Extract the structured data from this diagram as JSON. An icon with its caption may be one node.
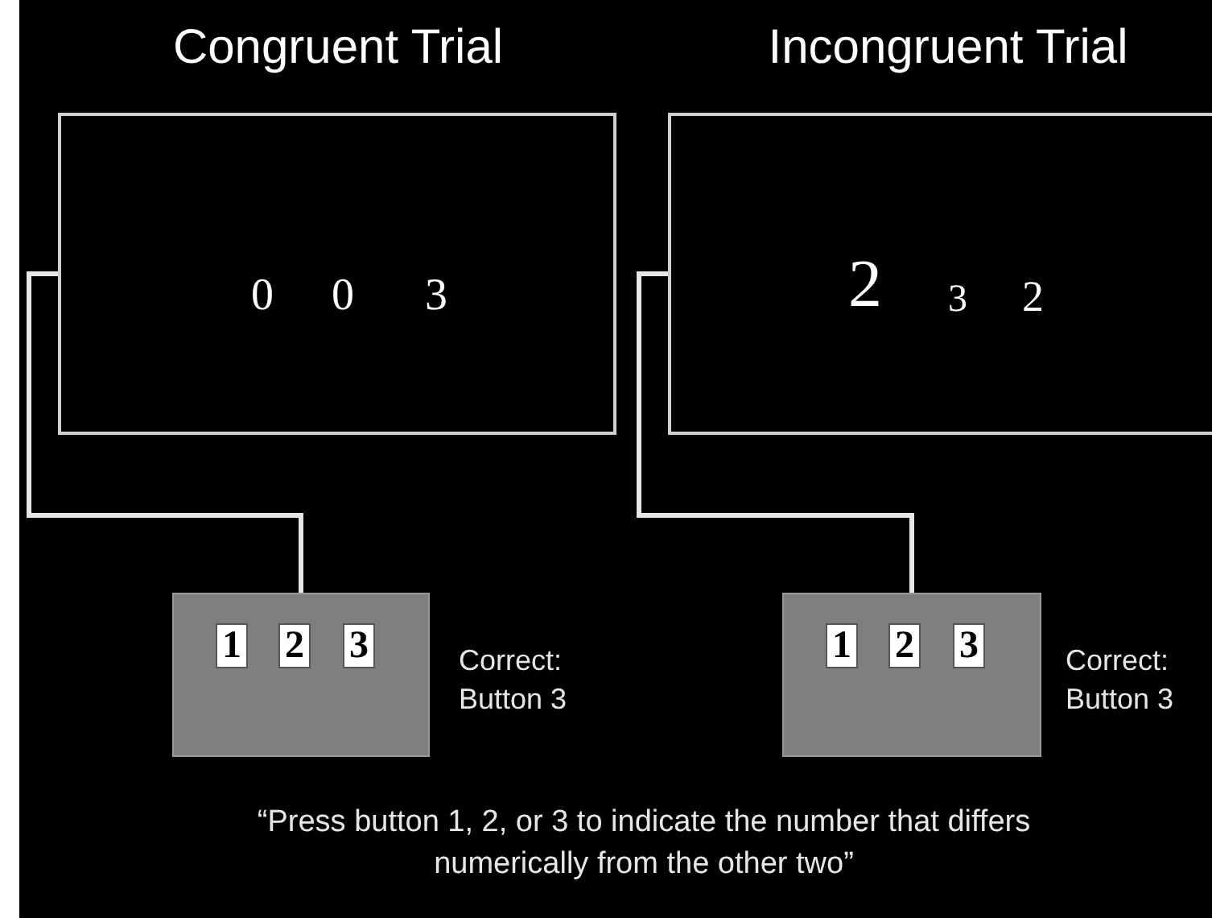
{
  "diagram": {
    "nodes": [
      {
        "text": [
          "Congruent Trial",
          "0",
          "0",
          "3"
        ]
      },
      {
        "text": [],
        "shape": "box",
        "beside": [
          "Correct: Button 3"
        ]
      },
      {
        "text": [
          "1"
        ],
        "in": 1
      },
      {
        "text": [
          "2"
        ],
        "in": 1
      },
      {
        "text": [
          "3"
        ],
        "in": 1
      },
      {
        "text": [
          "Incongruent Trial",
          "2",
          "3",
          "2"
        ]
      },
      {
        "text": [],
        "shape": "box",
        "beside": [
          "Correct: Button 3"
        ]
      },
      {
        "text": [
          "1"
        ],
        "in": 6
      },
      {
        "text": [
          "2"
        ],
        "in": 6
      },
      {
        "text": [
          "3"
        ],
        "in": 6
      }
    ],
    "edges": [
      {
        "from": 0,
        "to": 1,
        "arrow": "none"
      },
      {
        "from": 5,
        "to": 6,
        "arrow": "none"
      }
    ],
    "labels": [
      "“Press button 1, 2, or 3 to indicate the number that differs numerically from the other two”"
    ]
  }
}
